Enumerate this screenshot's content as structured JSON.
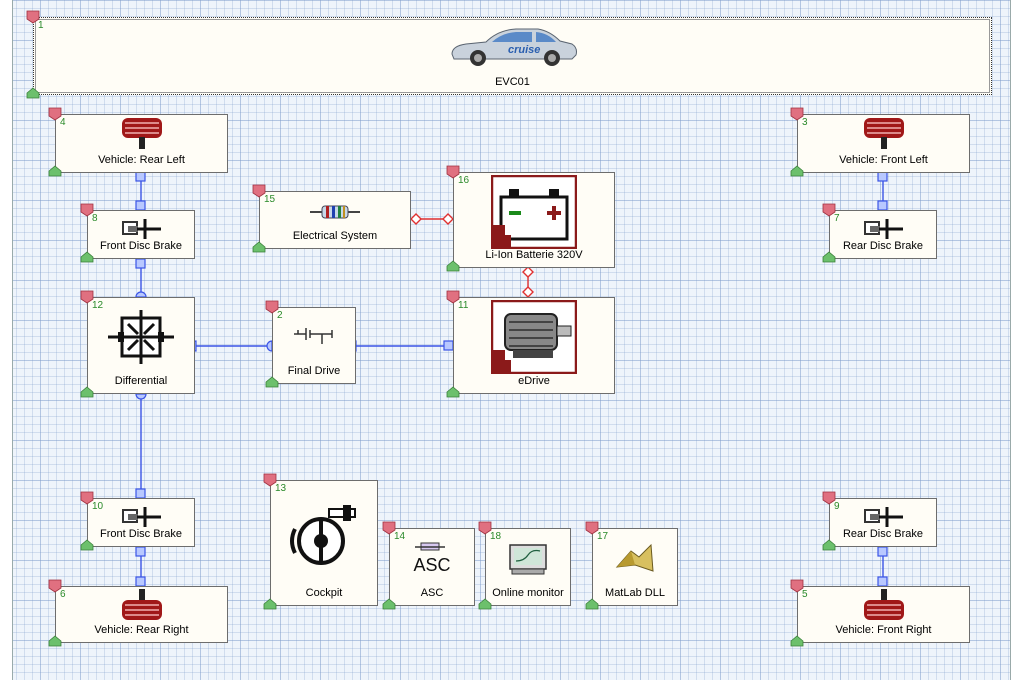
{
  "diagram": {
    "title_component": {
      "number": "1",
      "label": "EVC01",
      "car_logo_text": "cruise"
    },
    "components": [
      {
        "id": "c4",
        "number": "4",
        "label": "Vehicle: Rear Left",
        "icon": "wheel-icon"
      },
      {
        "id": "c3",
        "number": "3",
        "label": "Vehicle: Front Left",
        "icon": "wheel-icon"
      },
      {
        "id": "c8",
        "number": "8",
        "label": "Front Disc Brake",
        "icon": "disc-brake-icon"
      },
      {
        "id": "c7",
        "number": "7",
        "label": "Rear Disc Brake",
        "icon": "disc-brake-icon"
      },
      {
        "id": "c15",
        "number": "15",
        "label": "Electrical System",
        "icon": "resistor-icon"
      },
      {
        "id": "c16",
        "number": "16",
        "label": "Li-Ion Batterie 320V",
        "icon": "battery-icon"
      },
      {
        "id": "c12",
        "number": "12",
        "label": "Differential",
        "icon": "differential-icon"
      },
      {
        "id": "c2",
        "number": "2",
        "label": "Final Drive",
        "icon": "final-drive-icon"
      },
      {
        "id": "c11",
        "number": "11",
        "label": "eDrive",
        "icon": "electric-motor-icon"
      },
      {
        "id": "c10",
        "number": "10",
        "label": "Front Disc Brake",
        "icon": "disc-brake-icon"
      },
      {
        "id": "c6",
        "number": "6",
        "label": "Vehicle: Rear Right",
        "icon": "wheel-icon"
      },
      {
        "id": "c13",
        "number": "13",
        "label": "Cockpit",
        "icon": "cockpit-icon"
      },
      {
        "id": "c14",
        "number": "14",
        "label": "ASC",
        "icon": "asc-icon",
        "icon_text": "ASC"
      },
      {
        "id": "c18",
        "number": "18",
        "label": "Online monitor",
        "icon": "monitor-icon"
      },
      {
        "id": "c17",
        "number": "17",
        "label": "MatLab DLL",
        "icon": "matlab-icon"
      },
      {
        "id": "c9",
        "number": "9",
        "label": "Rear Disc Brake",
        "icon": "disc-brake-icon"
      },
      {
        "id": "c5",
        "number": "5",
        "label": "Vehicle: Front Right",
        "icon": "wheel-icon"
      }
    ],
    "colors": {
      "mechanical_connection": "#3b55e6",
      "electrical_connection": "#e03030",
      "input_flag": "#e07080",
      "output_flag": "#6cc06c",
      "number_text": "#2a8a2a",
      "icon_frame": "#8b1a1a"
    }
  }
}
